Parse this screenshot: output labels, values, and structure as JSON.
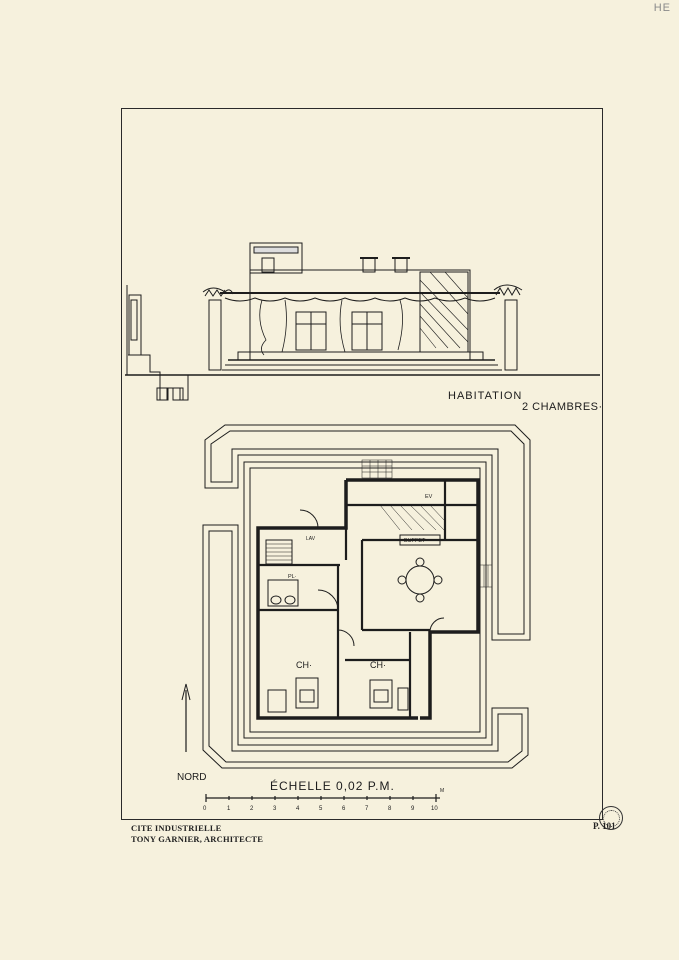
{
  "corner_mark": "HE",
  "title_line1": "HABITATION",
  "title_line2": "2 CHAMBRES·",
  "scale_label": "ÉCHELLE 0,02 P.M.",
  "north_label": "NORD",
  "scale_ticks": [
    "0",
    "1",
    "2",
    "3",
    "4",
    "5",
    "6",
    "7",
    "8",
    "9",
    "10"
  ],
  "scale_unit": "M",
  "rooms": {
    "ch1": "CH·",
    "ch2": "CH·",
    "buffet": "BUFFET",
    "pl": "PL·",
    "ev": "EV",
    "lav": "LAV"
  },
  "caption_line1": "CITE INDUSTRIELLE",
  "caption_line2": "TONY GARNIER, ARCHITECTE",
  "plate_number": "P. 101"
}
